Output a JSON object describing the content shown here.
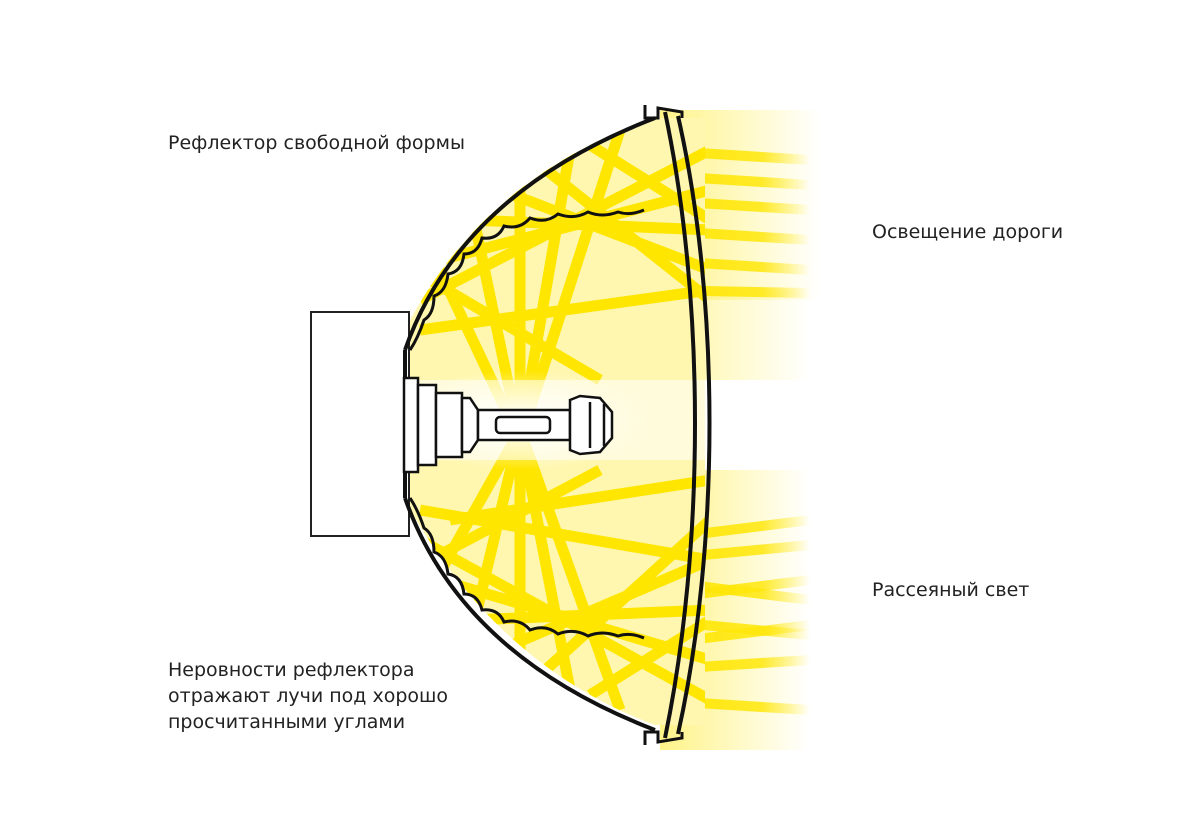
{
  "labels": {
    "reflector": "Рефлектор свободной формы",
    "road_light": "Освещение дороги",
    "scattered": "Рассеяный свет",
    "unevenness": [
      "Неровности рефлектора",
      "отражают лучи под хорошо",
      "просчитанными углами"
    ]
  },
  "colors": {
    "light": "#ffe600",
    "outline": "#111111"
  }
}
